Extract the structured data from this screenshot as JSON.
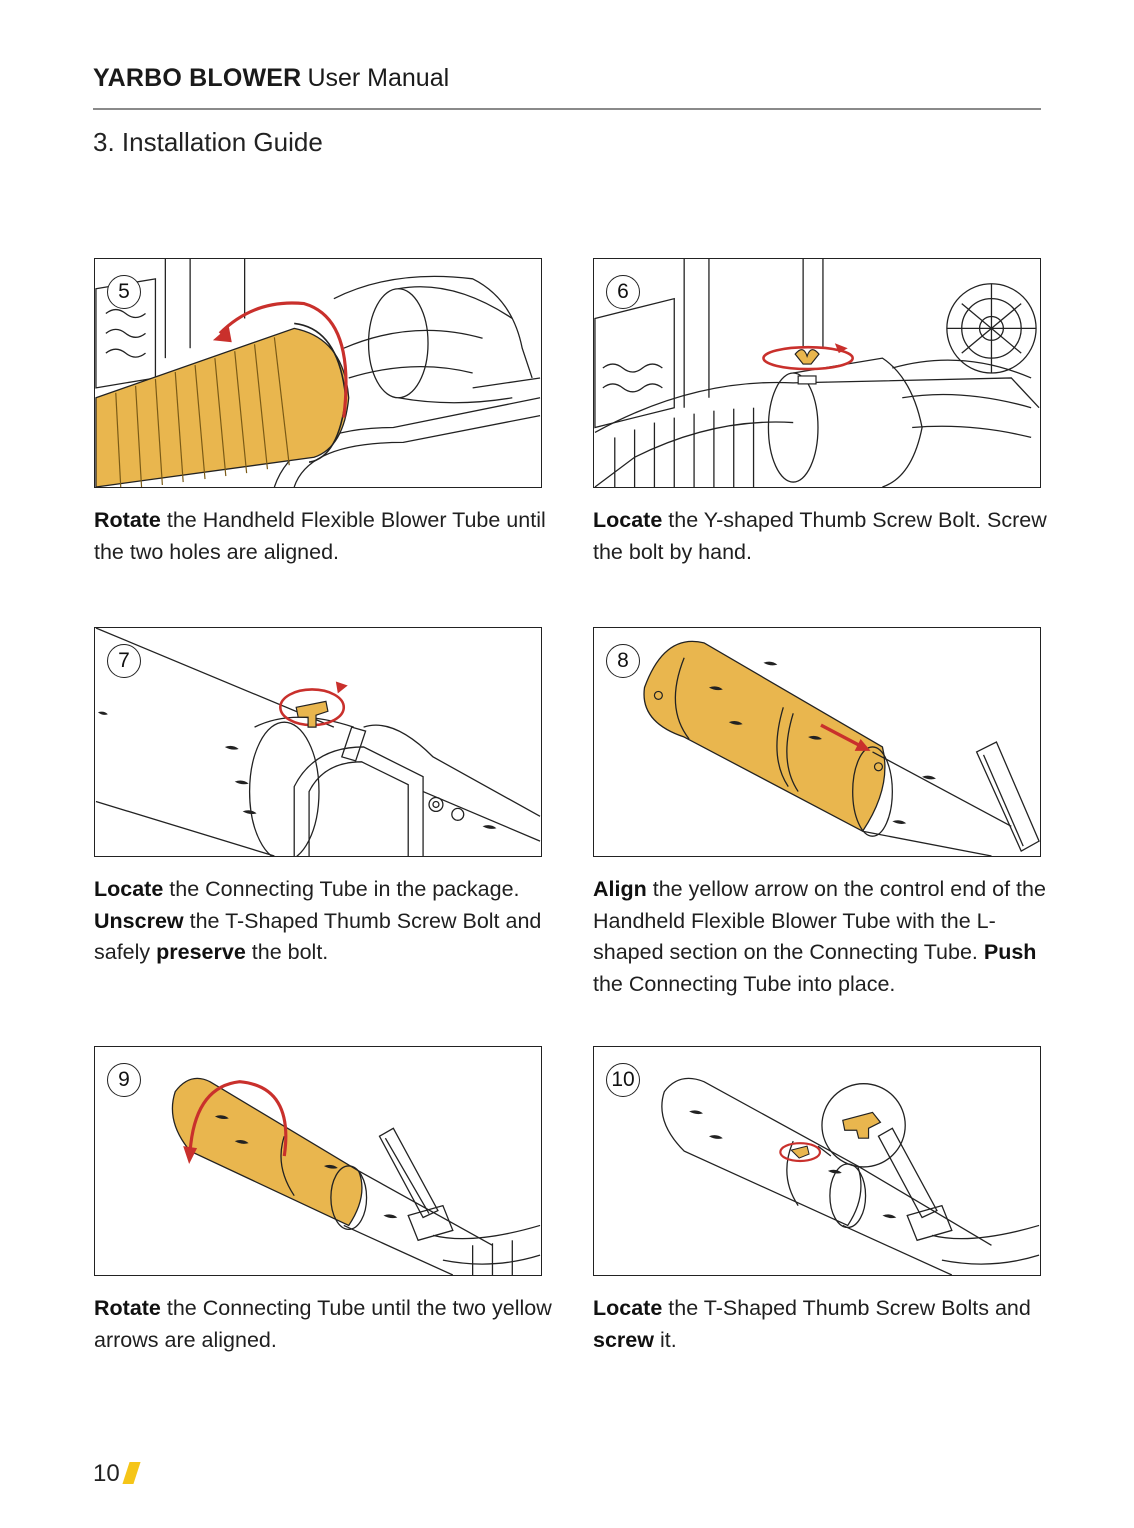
{
  "header": {
    "brand": "YARBO BLOWER",
    "subtitle": "User Manual"
  },
  "section_title": "3. Installation Guide",
  "steps": [
    {
      "number": "5",
      "parts": [
        {
          "text": "Rotate",
          "bold": true
        },
        {
          "text": " the Handheld Flexible Blower Tube until the two holes are aligned.",
          "bold": false
        }
      ]
    },
    {
      "number": "6",
      "parts": [
        {
          "text": "Locate",
          "bold": true
        },
        {
          "text": " the Y-shaped Thumb Screw Bolt. Screw the bolt by hand.",
          "bold": false
        }
      ]
    },
    {
      "number": "7",
      "parts": [
        {
          "text": "Locate",
          "bold": true
        },
        {
          "text": " the Connecting Tube in the package. ",
          "bold": false
        },
        {
          "text": "Unscrew",
          "bold": true
        },
        {
          "text": " the T-Shaped Thumb Screw Bolt and safely ",
          "bold": false
        },
        {
          "text": "preserve",
          "bold": true
        },
        {
          "text": " the bolt.",
          "bold": false
        }
      ]
    },
    {
      "number": "8",
      "parts": [
        {
          "text": "Align",
          "bold": true
        },
        {
          "text": " the yellow arrow on the control end of the Handheld Flexible Blower Tube with the L-shaped section on the Connecting Tube. ",
          "bold": false
        },
        {
          "text": "Push",
          "bold": true
        },
        {
          "text": " the Connecting Tube into place.",
          "bold": false
        }
      ]
    },
    {
      "number": "9",
      "parts": [
        {
          "text": "Rotate",
          "bold": true
        },
        {
          "text": " the Connecting Tube until the two yellow arrows are aligned.",
          "bold": false
        }
      ]
    },
    {
      "number": "10",
      "parts": [
        {
          "text": "Locate",
          "bold": true
        },
        {
          "text": " the T-Shaped Thumb Screw Bolts and ",
          "bold": false
        },
        {
          "text": "screw",
          "bold": true
        },
        {
          "text": " it.",
          "bold": false
        }
      ]
    }
  ],
  "footer": {
    "page_number": "10"
  },
  "colors": {
    "accent_yellow": "#f5c518",
    "tube_gold": "#e9b64e",
    "arrow_red": "#c9302c",
    "line": "#222222"
  }
}
